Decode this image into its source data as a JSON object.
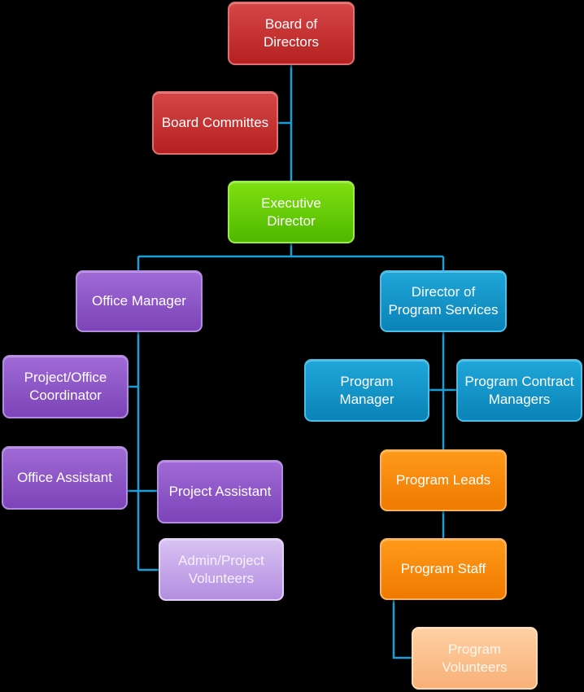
{
  "colors": {
    "connector": "#1a9fd6",
    "board": "#c62f2f",
    "executive": "#66cc00",
    "office": "#8b56c8",
    "volunteer_office": "#c9a9ec",
    "program_services": "#0d93c8",
    "program_line": "#f78a0c",
    "volunteer_program": "#fbbf89"
  },
  "nodes": {
    "board_of_directors": {
      "line1": "Board of",
      "line2": "Directors"
    },
    "board_committees": {
      "label": "Board Committes"
    },
    "executive_director": {
      "line1": "Executive",
      "line2": "Director"
    },
    "office_manager": {
      "label": "Office Manager"
    },
    "director_program_services": {
      "line1": "Director of",
      "line2": "Program Services"
    },
    "project_office_coordinator": {
      "line1": "Project/Office",
      "line2": "Coordinator"
    },
    "office_assistant": {
      "label": "Office Assistant"
    },
    "project_assistant": {
      "label": "Project Assistant"
    },
    "admin_project_volunteers": {
      "line1": "Admin/Project",
      "line2": "Volunteers"
    },
    "program_manager": {
      "line1": "Program",
      "line2": "Manager"
    },
    "program_contract_managers": {
      "line1": "Program Contract",
      "line2": "Managers"
    },
    "program_leads": {
      "label": "Program Leads"
    },
    "program_staff": {
      "label": "Program Staff"
    },
    "program_volunteers": {
      "line1": "Program",
      "line2": "Volunteers"
    }
  }
}
